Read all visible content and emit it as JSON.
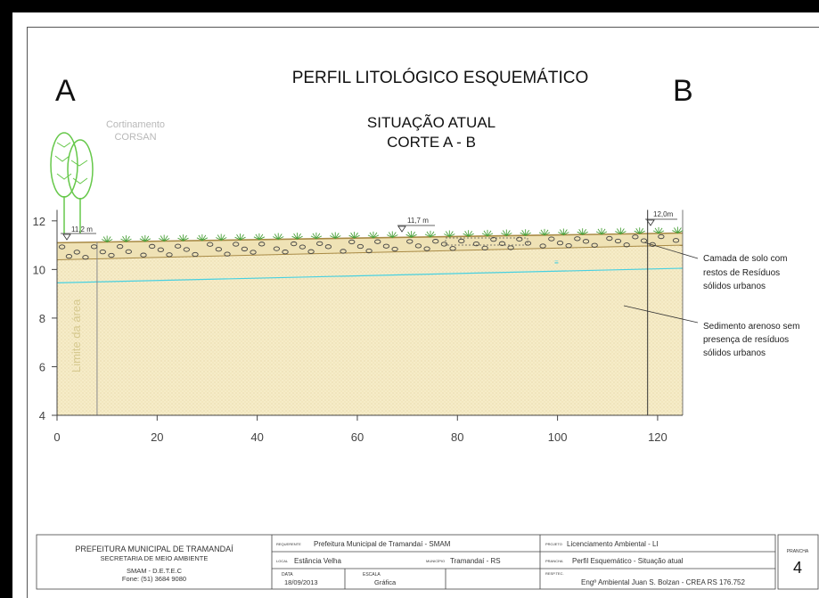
{
  "header": {
    "title": "PERFIL LITOLÓGICO ESQUEMÁTICO",
    "subtitle_1": "SITUAÇÃO ATUAL",
    "subtitle_2": "CORTE A - B",
    "point_left": "A",
    "point_right": "B"
  },
  "annotations": {
    "tree_label_1": "Cortinamento",
    "tree_label_2": "CORSAN",
    "limit_label": "Limite da área",
    "elev_left": "11,2 m",
    "elev_mid": "11,7 m",
    "elev_right": "12,0m",
    "legend_soil": [
      "Camada de solo com",
      "restos de Resíduos",
      "sólidos urbanos"
    ],
    "legend_sand": [
      "Sedimento arenoso sem",
      "presença de resíduos",
      "sólidos urbanos"
    ]
  },
  "axes": {
    "x_ticks": [
      "0",
      "20",
      "40",
      "60",
      "80",
      "100",
      "120"
    ],
    "y_ticks": [
      "12",
      "10",
      "8",
      "6",
      "4"
    ]
  },
  "profile": {
    "x_range": [
      0,
      125
    ],
    "y_range": [
      4,
      12.8
    ],
    "surface": [
      [
        0,
        11.1
      ],
      [
        125,
        11.5
      ]
    ],
    "soil_base": [
      [
        0,
        10.4
      ],
      [
        125,
        11.0
      ]
    ],
    "water_table": [
      [
        0,
        9.45
      ],
      [
        125,
        10.05
      ]
    ],
    "limit_x": 8,
    "right_marker_x": 118
  },
  "colors": {
    "sand": "#f6ecc8",
    "soil": "#efe2b5",
    "soil_line": "#a88a45",
    "water": "#47d0e0",
    "tree": "#66c84a",
    "grass": "#4aa03a"
  },
  "title_block": {
    "org_1": "PREFEITURA MUNICIPAL DE TRAMANDAÍ",
    "org_2": "SECRETARIA DE MEIO AMBIENTE",
    "org_3": "SMAM - D.E.T.E.C",
    "org_4": "Fone: (51) 3684 9080",
    "requerente_label": "REQUERENTE",
    "requerente": "Prefeitura Municipal de Tramandaí - SMAM",
    "local_label": "LOCAL",
    "local": "Estância Velha",
    "municipio_label": "MUNICÍPIO",
    "municipio": "Tramandaí - RS",
    "data_label": "DATA",
    "data": "18/09/2013",
    "escala_label": "ESCALA",
    "escala": "Gráfica",
    "projeto_label": "PROJETO",
    "projeto": "Licenciamento Ambiental - LI",
    "prancha_label": "PRANCHA",
    "prancha_desc": "Perfil Esquemático - Situação atual",
    "resp_label": "RESP.TEC.",
    "resp": "Engº Ambiental Juan S. Bolzan - CREA RS 176.752",
    "sheet_label": "PRANCHA",
    "sheet_number": "4"
  }
}
